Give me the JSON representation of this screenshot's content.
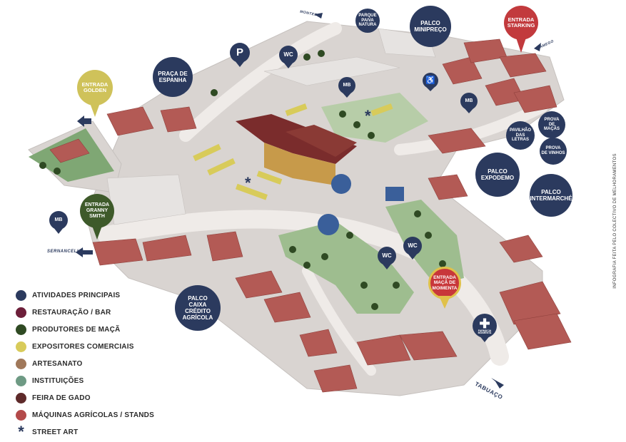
{
  "colors": {
    "navy": "#2b3a5e",
    "burgundy": "#6d1f3a",
    "dark_green": "#2f4a23",
    "yellow": "#d8cb5a",
    "brown": "#a0785a",
    "teal": "#6e9a84",
    "dark_red": "#5e2a2a",
    "red": "#b34a4a",
    "entrada_starking": "#c23a3d",
    "entrada_golden": "#cfc25a",
    "entrada_granny": "#3e5a2a",
    "entrada_moimenta": "#c8373a"
  },
  "circles": {
    "parque": "PARQUE\nPAIVA\nNATURA",
    "minipreco": "PALCO\nMINIPREÇO",
    "espanha": "PRAÇA DE\nESPANHA",
    "expodemo": "PALCO\nEXPODEMO",
    "intermarche": "PALCO\nINTERMARCHÉ",
    "caixa": "PALCO\nCAIXA\nCRÉDITO\nAGRÍCOLA",
    "prova_macas": "PROVA\nDE\nMAÇÃS",
    "pavilhao": "PAVILHÃO\nDAS\nLETRAS",
    "prova_vinhos": "PROVA\nDE VINHOS"
  },
  "pins": {
    "starking": "ENTRADA\nSTARKING",
    "golden": "ENTRADA\nGOLDEN",
    "granny": "ENTRADA\nGRANNY\nSMITH",
    "moimenta": "ENTRADA\nMAÇÃ DE\nMOIMENTA",
    "parking": "P",
    "wc1": "WC",
    "wc2": "WC",
    "wc3": "WC",
    "mb1": "MB",
    "mb2": "MB",
    "mb3": "MB",
    "farmacia": "FARMÁCIA\nMOIMENTA"
  },
  "roads": {
    "sernancelhe": "SERNANCELHE",
    "tabuaco": "TABUAÇO",
    "top": "MONTES",
    "right": "LAMEGO"
  },
  "legend": [
    {
      "label": "ATIVIDADES PRINCIPAIS",
      "color": "#2b3a5e",
      "icon": "circle"
    },
    {
      "label": "RESTAURAÇÃO / BAR",
      "color": "#6d1f3a",
      "icon": "circle"
    },
    {
      "label": "PRODUTORES DE MAÇÃ",
      "color": "#2f4a23",
      "icon": "circle"
    },
    {
      "label": "EXPOSITORES COMERCIAIS",
      "color": "#d8cb5a",
      "icon": "circle"
    },
    {
      "label": "ARTESANATO",
      "color": "#a0785a",
      "icon": "circle"
    },
    {
      "label": "INSTITUIÇÕES",
      "color": "#6e9a84",
      "icon": "circle"
    },
    {
      "label": "FEIRA DE GADO",
      "color": "#5e2a2a",
      "icon": "circle"
    },
    {
      "label": "MÁQUINAS AGRÍCOLAS / STANDS",
      "color": "#b34a4a",
      "icon": "circle"
    },
    {
      "label": "STREET ART",
      "color": "#2b3a5e",
      "icon": "asterisk"
    }
  ],
  "credit": "INFOGRAFIA FEITA PELO COLECTIVO DE MELHORAMENTOS"
}
